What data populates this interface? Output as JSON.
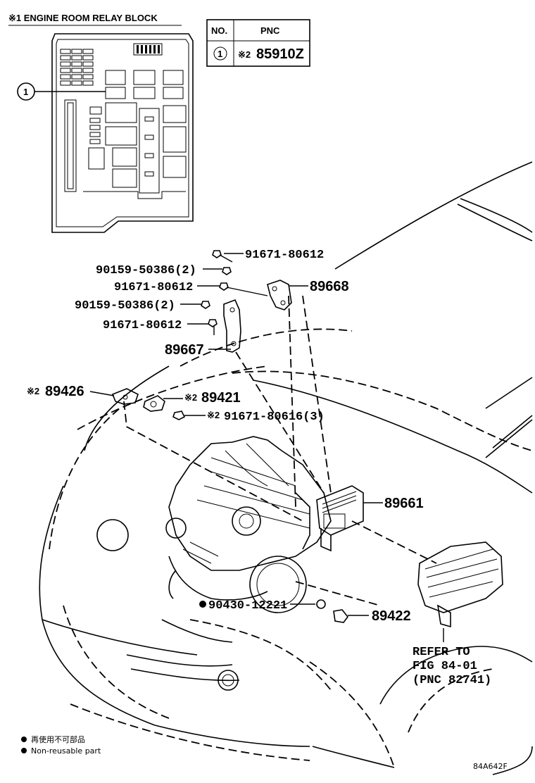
{
  "inset": {
    "title": "※1 ENGINE ROOM RELAY BLOCK",
    "callout_no": "1"
  },
  "pnc_table": {
    "header_no": "NO.",
    "header_pnc": "PNC",
    "row_no": "1",
    "row_prefix": "※2",
    "row_pnc": "85910Z"
  },
  "callouts": {
    "p1": "91671-80612",
    "p2": "90159-50386(2)",
    "p3": "91671-80612",
    "p4": "89668",
    "p5": "90159-50386(2)",
    "p6": "91671-80612",
    "p7": "89667",
    "p8_prefix": "※2",
    "p8": "89426",
    "p9_prefix": "※2",
    "p9": "89421",
    "p10_prefix": "※2",
    "p10": "91671-80616(3)",
    "p11": "89661",
    "p12": "90430-12221",
    "p13": "89422"
  },
  "refer": {
    "line1": "REFER TO",
    "line2": "FIG 84-01",
    "line3": "(PNC 82741)"
  },
  "legend": {
    "jp": "再使用不可部品",
    "en": "Non-reusable part"
  },
  "figure_code": "84A642F"
}
